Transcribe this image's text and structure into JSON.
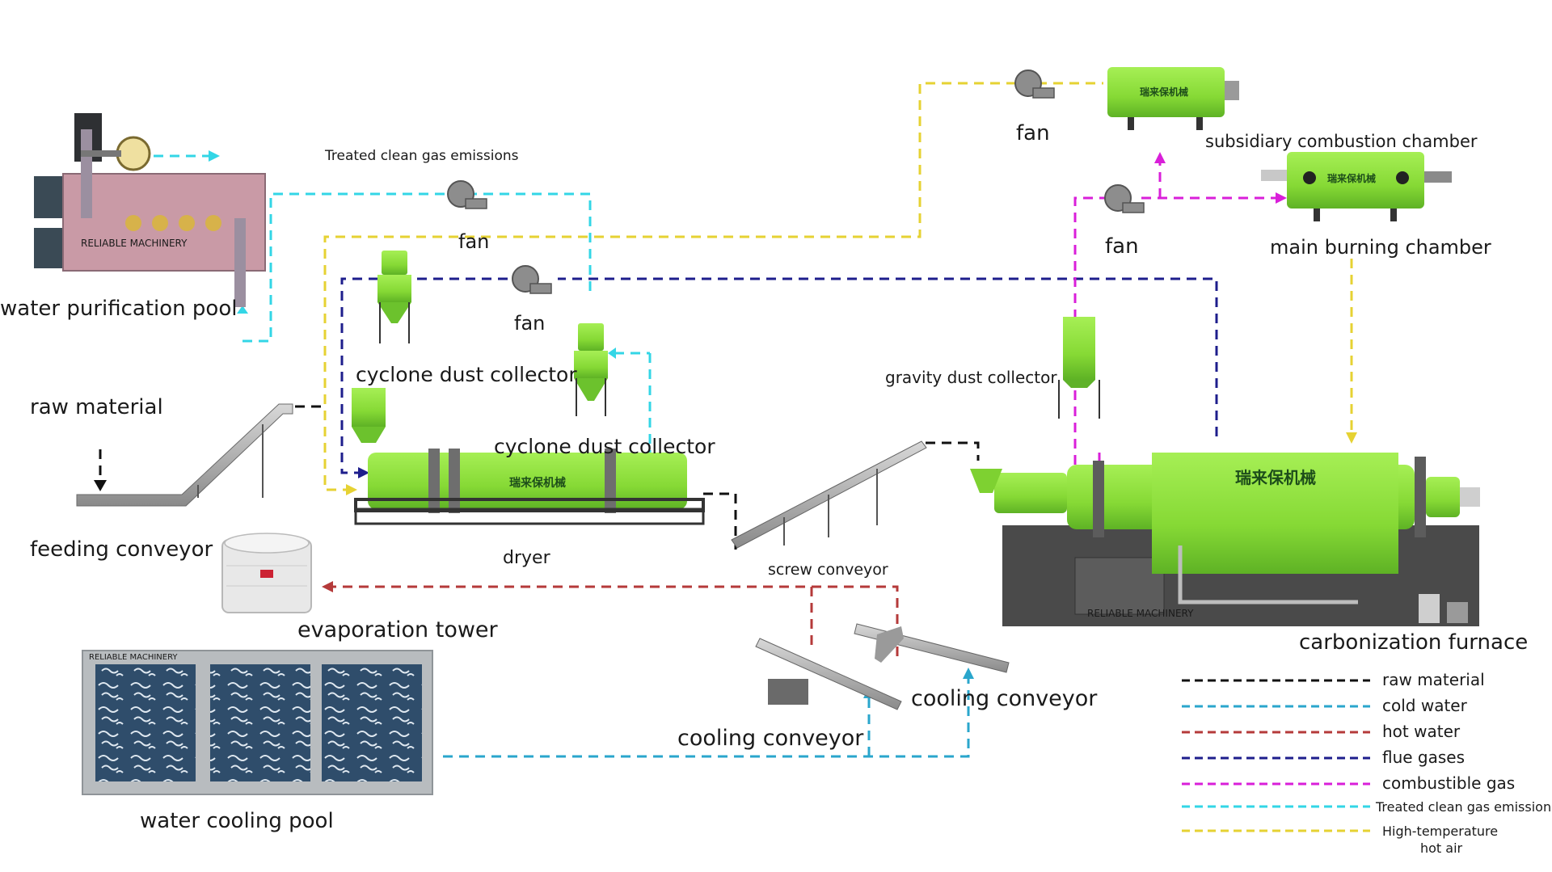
{
  "labels": {
    "water_purification_pool": "water purification pool",
    "treated_emissions": "Treated clean gas emissions",
    "fan_top_left": "fan",
    "fan_mid": "fan",
    "fan_top_right": "fan",
    "fan_right": "fan",
    "subsidiary_chamber": "subsidiary combustion chamber",
    "main_chamber": "main burning chamber",
    "cyclone_1": "cyclone dust collector",
    "cyclone_2": "cyclone dust collector",
    "gravity_collector": "gravity dust collector",
    "raw_material": "raw material",
    "feeding_conveyor": "feeding conveyor",
    "dryer": "dryer",
    "screw_conveyor": "screw conveyor",
    "evaporation_tower": "evaporation tower",
    "carbonization_furnace": "carbonization furnace",
    "cooling_conveyor_1": "cooling conveyor",
    "cooling_conveyor_2": "cooling conveyor",
    "water_cooling_pool": "water cooling pool"
  },
  "brand": {
    "cn": "瑞来保机械",
    "en": "RELIABLE MACHINERY"
  },
  "legend": [
    {
      "label": "raw material",
      "color": "#111111"
    },
    {
      "label": "cold water",
      "color": "#2aa6cc"
    },
    {
      "label": "hot water",
      "color": "#b53a3a"
    },
    {
      "label": "flue gases",
      "color": "#1e1e8c"
    },
    {
      "label": "combustible gas",
      "color": "#d91fd9"
    },
    {
      "label": "Treated clean gas emissions",
      "color": "#33d6e6"
    },
    {
      "label": "High-temperature",
      "label2": "hot air",
      "color": "#e6d233"
    }
  ],
  "colors": {
    "machine_green": "#8ee03a",
    "machine_dark_green": "#5fb22a",
    "steel": "#9a9a9a",
    "pool_pink": "#c99aa6"
  }
}
